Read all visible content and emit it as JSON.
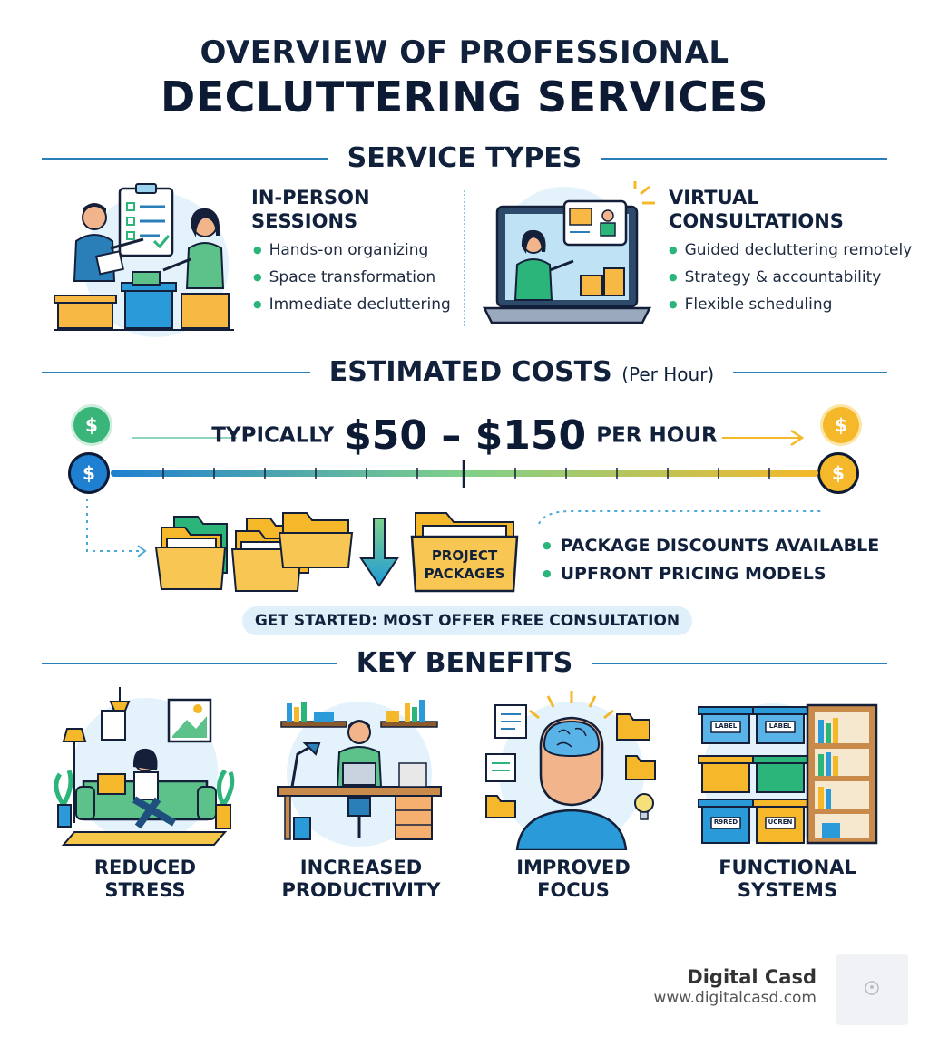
{
  "title": {
    "line1": "OVERVIEW OF PROFESSIONAL",
    "line2": "DECLUTTERING SERVICES"
  },
  "service_types": {
    "heading": "SERVICE TYPES",
    "in_person": {
      "title_line1": "IN-PERSON",
      "title_line2": "SESSIONS",
      "bullets": [
        "Hands-on organizing",
        "Space transformation",
        "Immediate decluttering"
      ]
    },
    "virtual": {
      "title_line1": "VIRTUAL",
      "title_line2": "CONSULTATIONS",
      "bullets": [
        "Guided decluttering remotely",
        "Strategy & accountability",
        "Flexible scheduling"
      ]
    }
  },
  "costs": {
    "heading": "ESTIMATED COSTS",
    "heading_sub": "(Per Hour)",
    "typically": "TYPICALLY",
    "range": "$50 – $150",
    "per_hour": "PER HOUR",
    "coin_symbol": "$",
    "packages_label_line1": "PROJECT",
    "packages_label_line2": "PACKAGES",
    "package_points": [
      "PACKAGE DISCOUNTS AVAILABLE",
      "UPFRONT PRICING MODELS"
    ],
    "cta": "GET STARTED: MOST OFFER FREE CONSULTATION"
  },
  "benefits": {
    "heading": "KEY BENEFITS",
    "items": [
      {
        "line1": "REDUCED",
        "line2": "STRESS",
        "icon": "relaxed-living-room-icon"
      },
      {
        "line1": "INCREASED",
        "line2": "PRODUCTIVITY",
        "icon": "desk-workspace-icon"
      },
      {
        "line1": "IMPROVED",
        "line2": "FOCUS",
        "icon": "brain-focus-icon"
      },
      {
        "line1": "FUNCTIONAL",
        "line2": "SYSTEMS",
        "icon": "storage-shelves-icon"
      }
    ],
    "bin_labels": [
      "LABEL",
      "LABEL",
      "R9RED",
      "UCREN"
    ]
  },
  "brand": {
    "name": "Digital Casd",
    "url": "www.digitalcasd.com"
  },
  "colors": {
    "navy": "#11213c",
    "rule_blue": "#2a7fb8",
    "green": "#2bb57a",
    "gold": "#f5b82a",
    "pill_bg": "#dff0fa"
  }
}
